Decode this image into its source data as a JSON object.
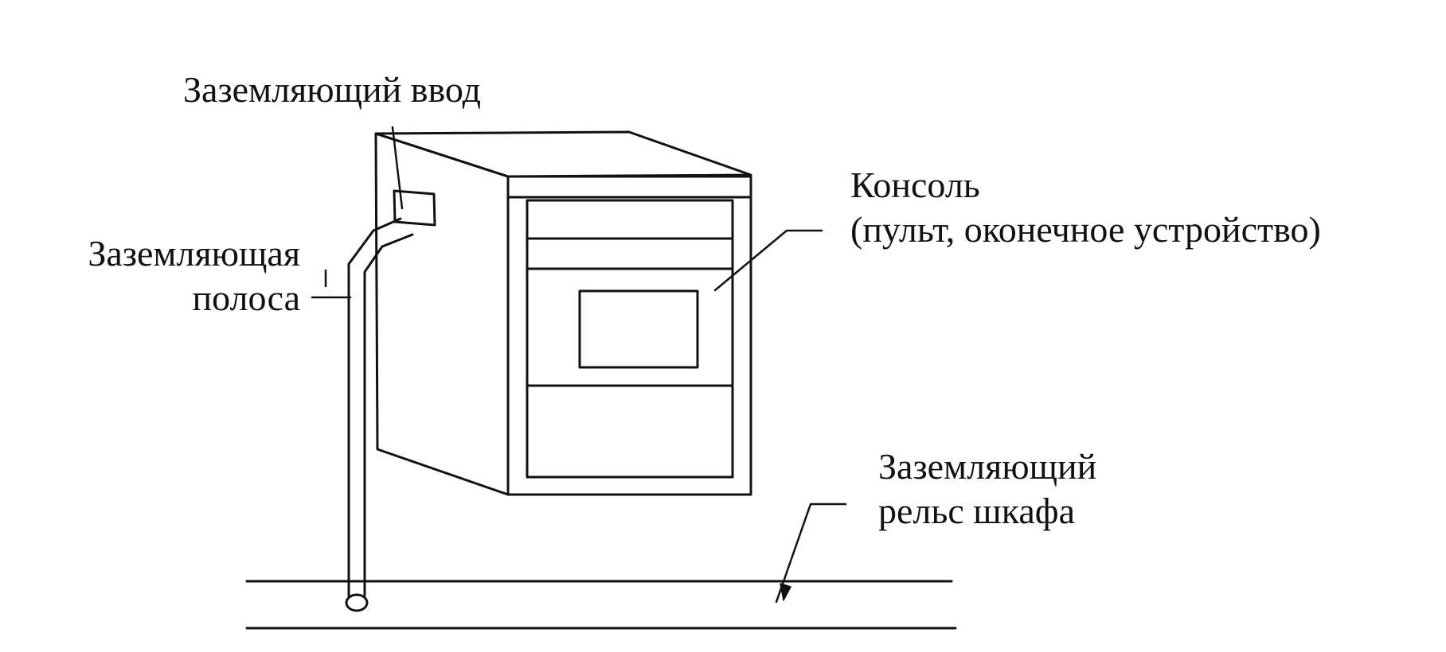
{
  "labels": {
    "grounding_input": "Заземляющий ввод",
    "console_line1": "Консоль",
    "console_line2": "(пульт, оконечное устройство)",
    "grounding_strip_line1": "Заземляющая",
    "grounding_strip_line2": "полоса",
    "cabinet_rail_line1": "Заземляющий",
    "cabinet_rail_line2": "рельс шкафа"
  },
  "colors": {
    "ink": "#111111",
    "background": "#ffffff"
  }
}
